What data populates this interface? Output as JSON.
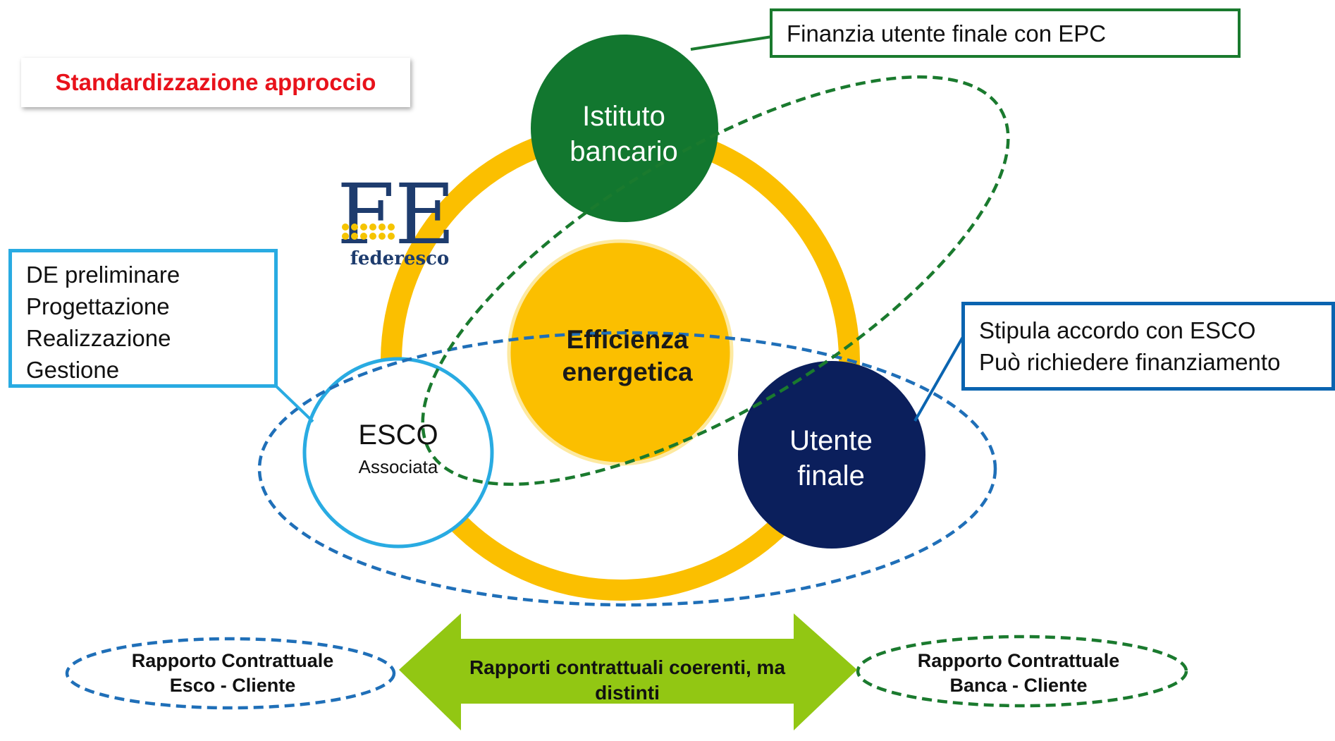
{
  "header": {
    "label": "Standardizzazione approccio",
    "color": "#e8121b"
  },
  "logo": {
    "letters": "FE",
    "wordmark": "federesco",
    "color": "#1e3c6e",
    "dot_color": "#f5c400"
  },
  "center": {
    "line1": "Efficienza",
    "line2": "energetica",
    "color": "#fbbf00"
  },
  "nodes": {
    "bank": {
      "line1": "Istituto",
      "line2": "bancario",
      "color": "#12772f"
    },
    "esco": {
      "line1": "ESCO",
      "line2": "Associata",
      "border_color": "#29abe2"
    },
    "user": {
      "line1": "Utente",
      "line2": "finale",
      "color": "#0b1f5c"
    }
  },
  "ring_color": "#fbbf00",
  "callouts": {
    "bank": {
      "text": "Finanzia utente finale con EPC",
      "border_color": "#1a7a2e"
    },
    "esco": {
      "lines": [
        "DE preliminare",
        "Progettazione",
        "Realizzazione",
        "Gestione"
      ],
      "border_color": "#29abe2"
    },
    "user": {
      "lines": [
        "Stipula accordo con ESCO",
        "Può richiedere finanziamento"
      ],
      "border_color": "#0a64b0"
    }
  },
  "bottom": {
    "left_oval": {
      "line1": "Rapporto Contrattuale",
      "line2": "Esco - Cliente",
      "border_color": "#1f6fb8"
    },
    "arrow": {
      "line1": "Rapporti contrattuali coerenti, ma",
      "line2": "distinti",
      "color": "#92c713"
    },
    "right_oval": {
      "line1": "Rapporto Contrattuale",
      "line2": "Banca - Cliente",
      "border_color": "#1a7a2e"
    }
  }
}
